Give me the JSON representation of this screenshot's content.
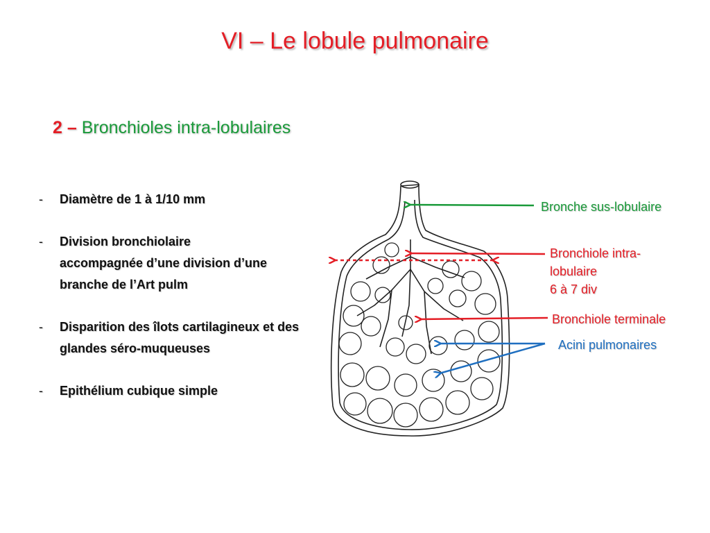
{
  "slide": {
    "title": "VI – Le lobule pulmonaire",
    "subtitle_num": "2 –",
    "subtitle_text": "Bronchioles intra-lobulaires"
  },
  "bullets": [
    {
      "dash": "-",
      "text": "Diamètre de 1 à 1/10 mm"
    },
    {
      "dash": "-",
      "text": "Division bronchiolaire accompagnée d’une division d’une branche de l’Art pulm"
    },
    {
      "dash": "-",
      "text": "Disparition des îlots cartilagineux et des glandes séro-muqueuses"
    },
    {
      "dash": "-",
      "text": "Epithélium cubique simple"
    }
  ],
  "labels": {
    "bronche_sus": "Bronche sus-lobulaire",
    "bronchiole_intra_line1": "Bronchiole intra-",
    "bronchiole_intra_line2": "lobulaire",
    "bronchiole_intra_line3": "6 à 7 div",
    "bronchiole_terminale": "Bronchiole terminale",
    "acini": "Acini pulmonaires"
  },
  "colors": {
    "red": "#e41e26",
    "green": "#1a9a3a",
    "blue": "#1f6fc0"
  }
}
